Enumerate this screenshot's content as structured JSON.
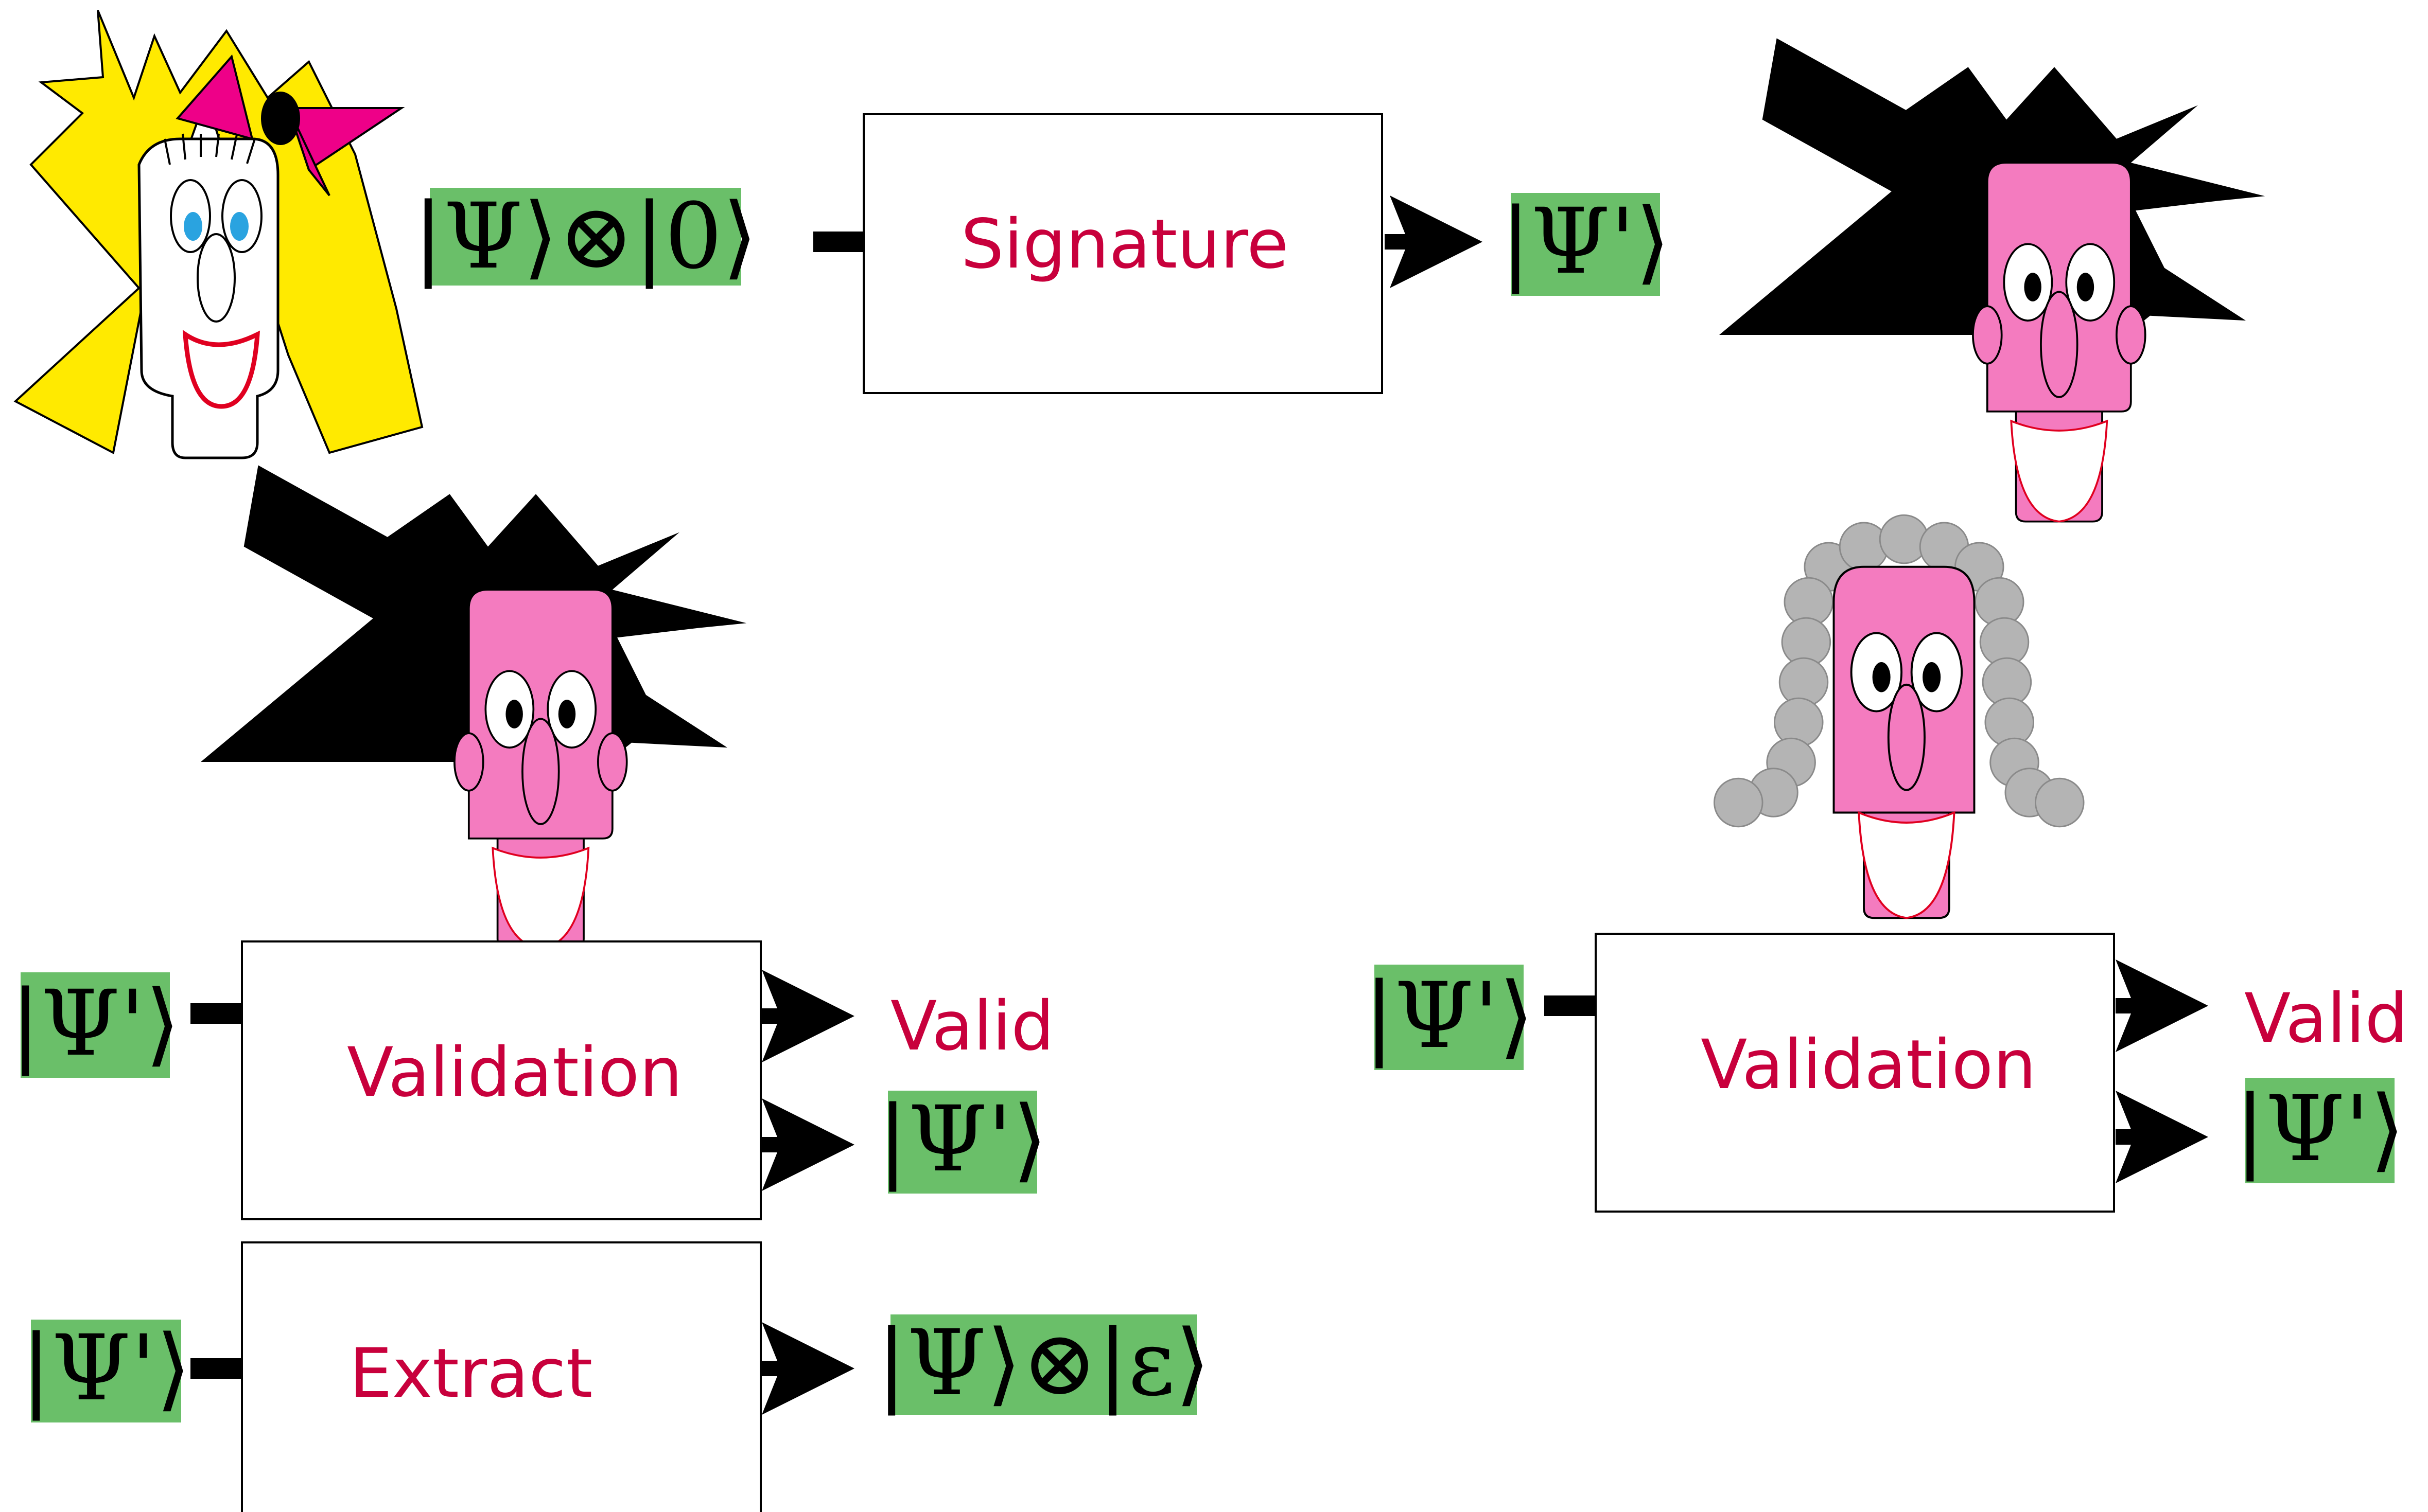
{
  "colors": {
    "label_red": "#c8003c",
    "state_green": "#6abf69",
    "pink_skin": "#f47bbf",
    "hair_yellow": "#ffea00",
    "bow_magenta": "#ee0088",
    "wig_gray": "#b4b4b4",
    "eye_blue": "#2aa3e0"
  },
  "icons": {
    "alice": "girl-with-yellow-hair-icon",
    "bob": "boy-with-spiky-hair-icon",
    "judge": "judge-with-wig-icon"
  },
  "top": {
    "input_state": "|Ψ⟩⊗|0⟩",
    "box_label": "Signature",
    "output_state": "|Ψ'⟩"
  },
  "bob_section": {
    "validation": {
      "input_state": "|Ψ'⟩",
      "box_label": "Validation",
      "valid_text": "Valid",
      "output_state": "|Ψ'⟩"
    },
    "extract": {
      "input_state": "|Ψ'⟩",
      "box_label": "Extract",
      "output_state": "|Ψ⟩⊗|ε⟩"
    }
  },
  "judge_section": {
    "input_state": "|Ψ'⟩",
    "box_label": "Validation",
    "valid_text": "Valid",
    "output_state": "|Ψ'⟩"
  }
}
